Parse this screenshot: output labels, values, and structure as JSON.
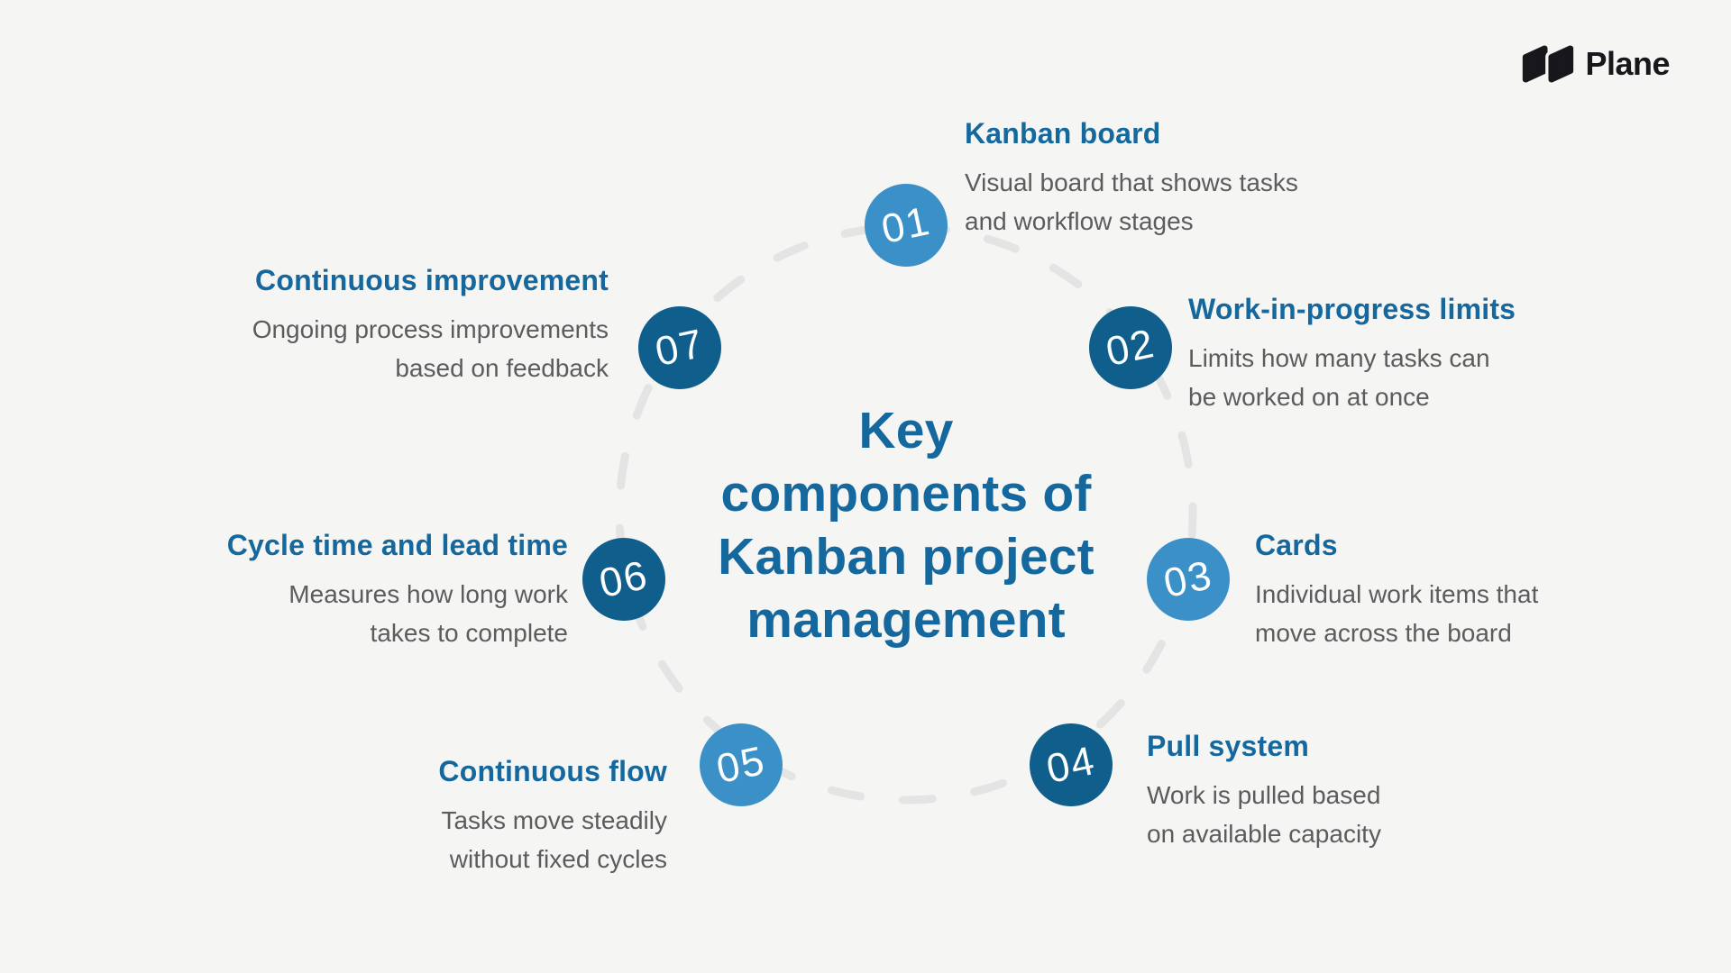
{
  "logo": {
    "brand": "Plane"
  },
  "center": {
    "title": "Key components of Kanban project management",
    "title_lines": [
      "Key",
      "components of",
      "Kanban project",
      "management"
    ]
  },
  "items": [
    {
      "number": "01",
      "tone": "light",
      "title": "Kanban board",
      "description_lines": [
        "Visual board that shows tasks",
        "and workflow stages"
      ]
    },
    {
      "number": "02",
      "tone": "dark",
      "title": "Work-in-progress limits",
      "description_lines": [
        "Limits how many tasks can",
        "be worked on at once"
      ]
    },
    {
      "number": "03",
      "tone": "light",
      "title": "Cards",
      "description_lines": [
        "Individual work items that",
        "move across the board"
      ]
    },
    {
      "number": "04",
      "tone": "dark",
      "title": "Pull system",
      "description_lines": [
        "Work is pulled based",
        "on available capacity"
      ]
    },
    {
      "number": "05",
      "tone": "light",
      "title": "Continuous flow",
      "description_lines": [
        "Tasks move steadily",
        "without fixed cycles"
      ]
    },
    {
      "number": "06",
      "tone": "dark",
      "title": "Cycle time and lead time",
      "description_lines": [
        "Measures how long work",
        "takes to complete"
      ]
    },
    {
      "number": "07",
      "tone": "dark",
      "title": "Continuous improvement",
      "description_lines": [
        "Ongoing process improvements",
        "based on feedback"
      ]
    }
  ],
  "colors": {
    "page_bg": "#F5F5F3",
    "accent_blue": "#15689E",
    "circle_light": "#3B91C7",
    "circle_dark": "#0F5E8C",
    "text_gray": "#5B5C5E",
    "ring_gray": "#E4E4E4",
    "logo_color": "#17171C",
    "number_white": "#FCFDFE"
  }
}
